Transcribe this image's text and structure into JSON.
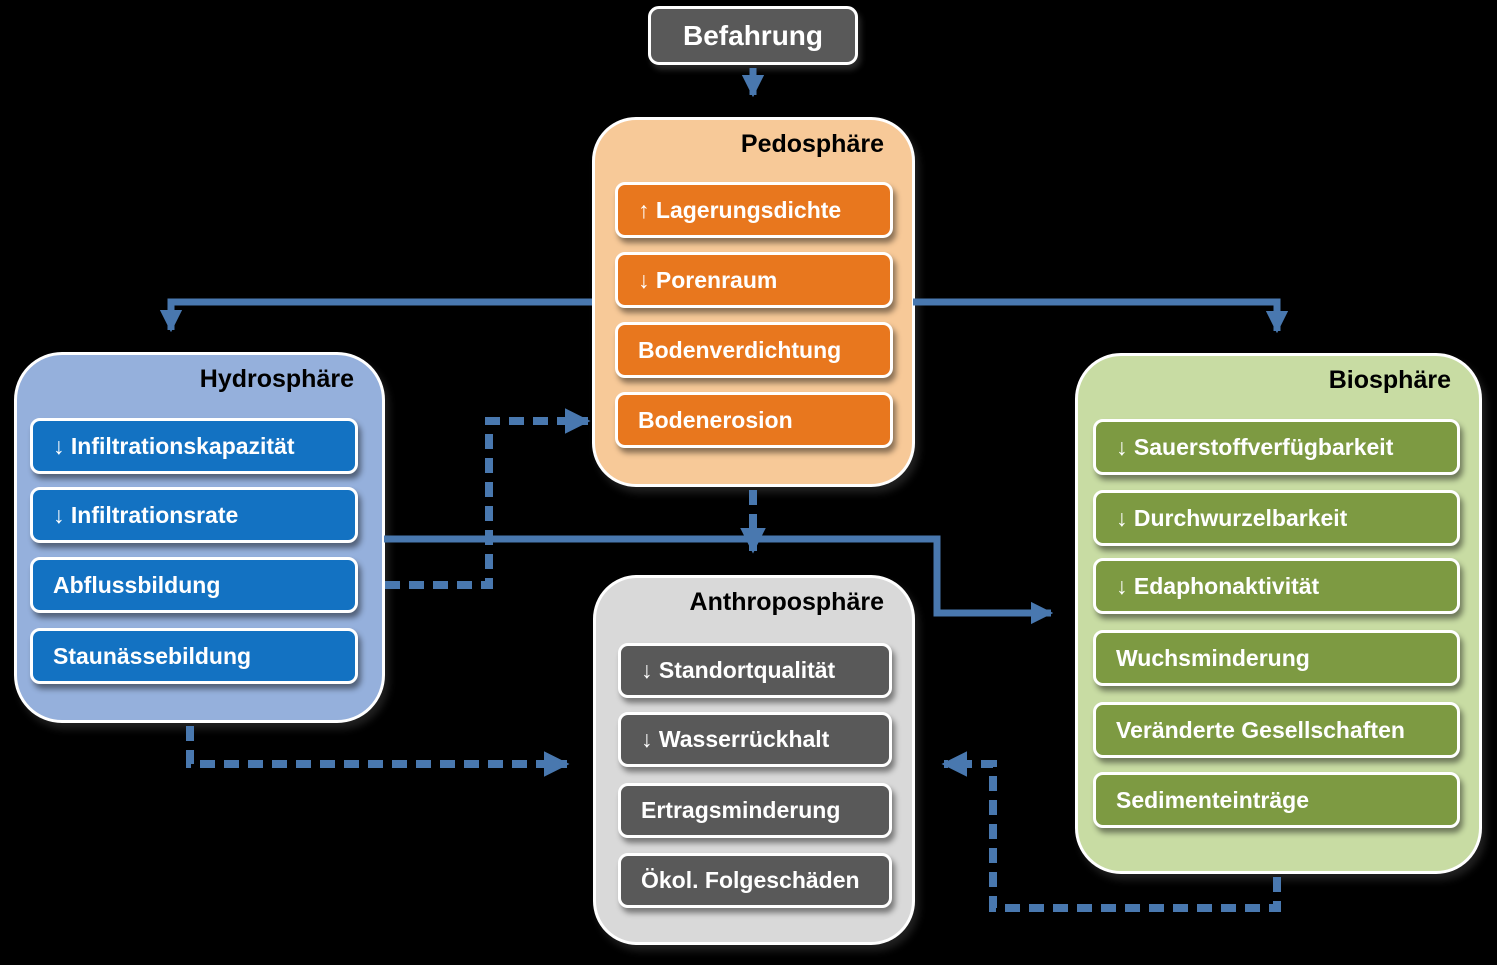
{
  "diagram": {
    "start": {
      "label": "Befahrung"
    },
    "groups": {
      "pedosphaere": {
        "title": "Pedosphäre",
        "items": [
          {
            "label": "↑ Lagerungsdichte"
          },
          {
            "label": "↓ Porenraum"
          },
          {
            "label": "Bodenverdichtung"
          },
          {
            "label": "Bodenerosion"
          }
        ]
      },
      "hydrosphaere": {
        "title": "Hydrosphäre",
        "items": [
          {
            "label": "↓ Infiltrationskapazität"
          },
          {
            "label": "↓ Infiltrationsrate"
          },
          {
            "label": "Abflussbildung"
          },
          {
            "label": "Staunässebildung"
          }
        ]
      },
      "biosphaere": {
        "title": "Biosphäre",
        "items": [
          {
            "label": "↓ Sauerstoffverfügbarkeit"
          },
          {
            "label": "↓ Durchwurzelbarkeit"
          },
          {
            "label": "↓ Edaphonaktivität"
          },
          {
            "label": "Wuchsminderung"
          },
          {
            "label": "Veränderte Gesellschaften"
          },
          {
            "label": "Sedimenteinträge"
          }
        ]
      },
      "anthroposphaere": {
        "title": "Anthroposphäre",
        "items": [
          {
            "label": "↓ Standortqualität"
          },
          {
            "label": "↓ Wasserrückhalt"
          },
          {
            "label": "Ertragsminderung"
          },
          {
            "label": "Ökol. Folgeschäden"
          }
        ]
      }
    },
    "edges": [
      {
        "from": "befahrung",
        "to": "pedosphaere",
        "style": "solid"
      },
      {
        "from": "pedosphaere",
        "to": "hydrosphaere",
        "style": "solid"
      },
      {
        "from": "pedosphaere",
        "to": "biosphaere",
        "style": "solid"
      },
      {
        "from": "pedosphaere",
        "to": "anthroposphaere",
        "style": "dashed"
      },
      {
        "from": "hydrosphaere",
        "to": "pedosphaere-bodenerosion",
        "style": "dashed"
      },
      {
        "from": "hydrosphaere",
        "to": "biosphaere",
        "style": "solid"
      },
      {
        "from": "hydrosphaere",
        "to": "anthroposphaere",
        "style": "dashed"
      },
      {
        "from": "biosphaere",
        "to": "anthroposphaere",
        "style": "dashed"
      }
    ],
    "colors": {
      "background": "#000000",
      "arrow": "#4978AF",
      "border": "#FFFFFF",
      "start_fill": "#595959",
      "pedosphaere_fill": "#F7C998",
      "pedosphaere_button": "#E8771E",
      "hydrosphaere_fill": "#95B0DC",
      "hydrosphaere_button": "#1372C2",
      "biosphaere_fill": "#C8DCA3",
      "biosphaere_button": "#7D9A42",
      "anthroposphaere_fill": "#D9D9D9",
      "anthroposphaere_button": "#595959"
    }
  }
}
